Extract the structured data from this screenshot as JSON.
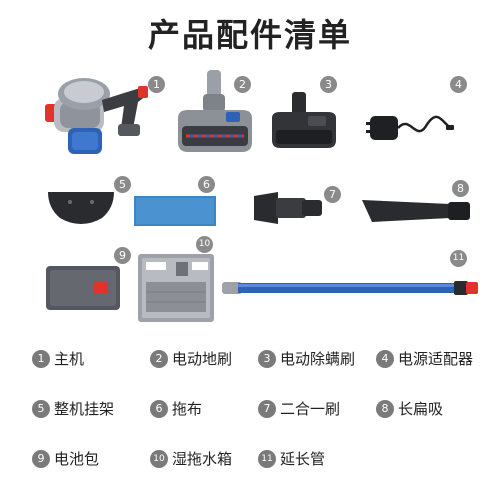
{
  "title": "产品配件清单",
  "accent_blue": "#2e62b6",
  "accent_red": "#e0332b",
  "parts": [
    {
      "num": "1",
      "name": "主机"
    },
    {
      "num": "2",
      "name": "电动地刷"
    },
    {
      "num": "3",
      "name": "电动除螨刷"
    },
    {
      "num": "4",
      "name": "电源适配器"
    },
    {
      "num": "5",
      "name": "整机挂架"
    },
    {
      "num": "6",
      "name": "拖布"
    },
    {
      "num": "7",
      "name": "二合一刷"
    },
    {
      "num": "8",
      "name": "长扁吸"
    },
    {
      "num": "9",
      "name": "电池包"
    },
    {
      "num": "10",
      "name": "湿拖水箱"
    },
    {
      "num": "11",
      "name": "延长管"
    }
  ]
}
